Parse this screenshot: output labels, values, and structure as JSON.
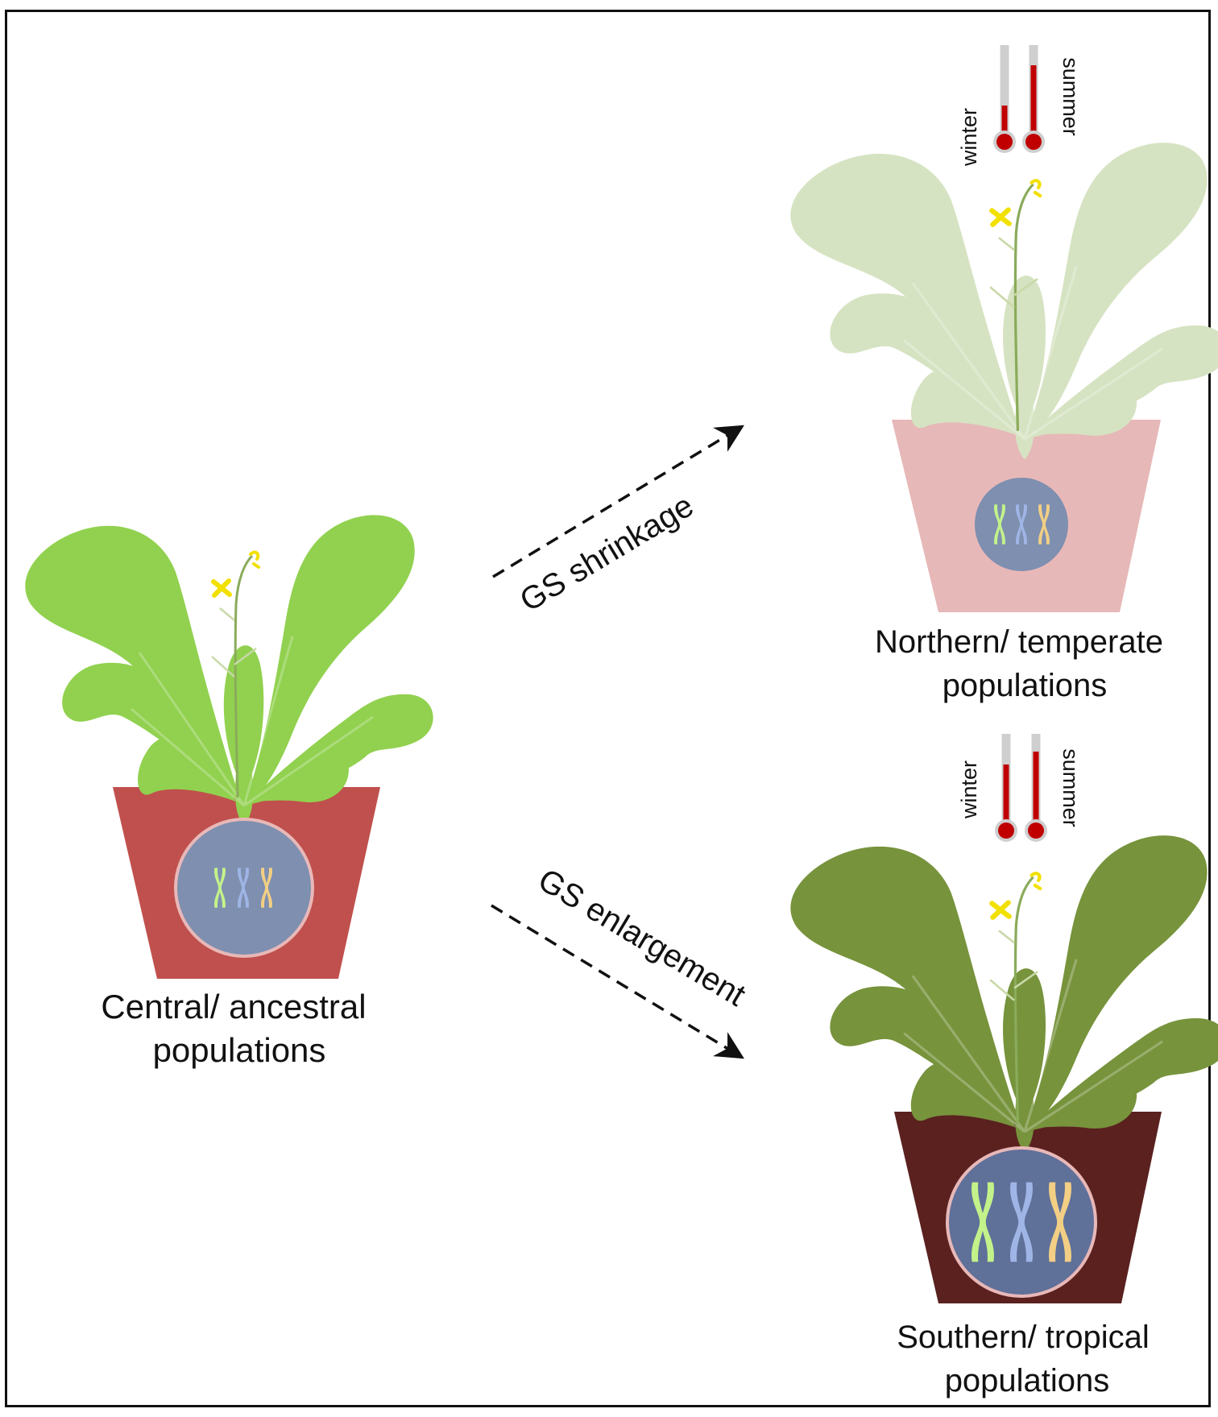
{
  "populations": {
    "central": {
      "line1": "Central/ ancestral",
      "line2": "populations"
    },
    "northern": {
      "line1": "Northern/ temperate",
      "line2": "populations"
    },
    "southern": {
      "line1": "Southern/ tropical",
      "line2": "populations"
    }
  },
  "arrows": {
    "shrinkage": "GS shrinkage",
    "enlargement": "GS enlargement"
  },
  "thermometers": {
    "winter": "winter",
    "summer": "summer",
    "northern": {
      "winter_level": 0.35,
      "summer_level": 0.85
    },
    "southern": {
      "winter_level": 0.72,
      "summer_level": 0.88
    }
  },
  "colors": {
    "central_leaf": "#91d14f",
    "central_pot": "#c0504d",
    "northern_leaf": "#d6e3c2",
    "northern_pot": "#e6b8b7",
    "southern_leaf": "#77933c",
    "southern_pot": "#5a211f",
    "nucleus": "#7e8fb0",
    "chrom_green": "#c3f28a",
    "chrom_blue": "#9fb5e6",
    "chrom_yellow": "#f2cf84",
    "mercury": "#c00000",
    "tube": "#cfcfcf"
  }
}
